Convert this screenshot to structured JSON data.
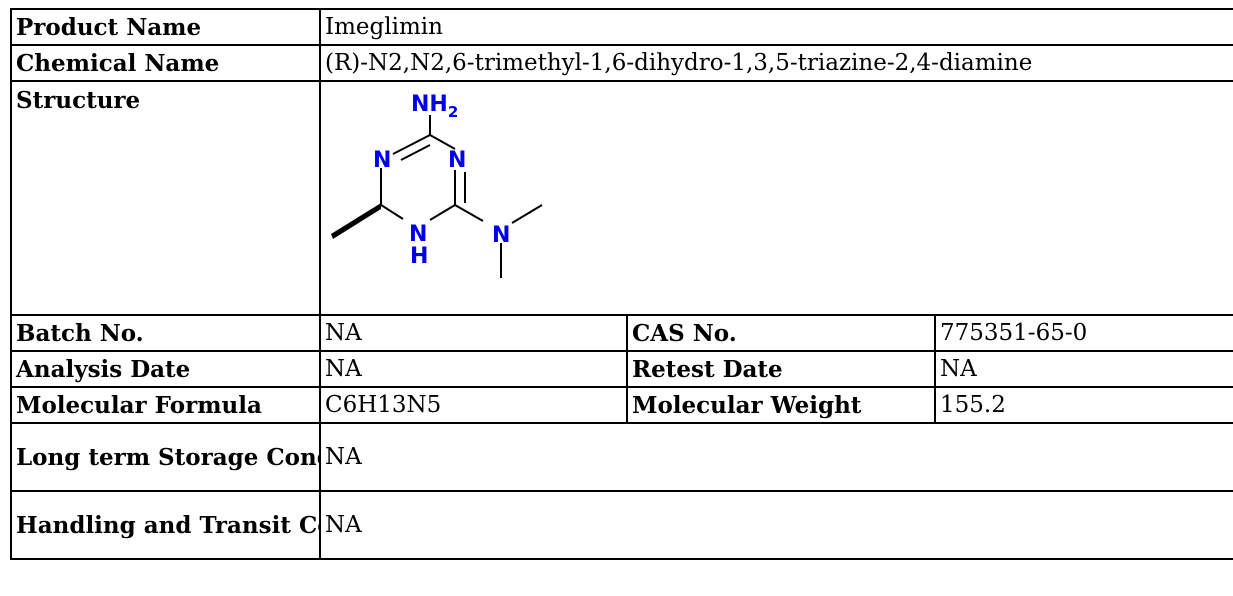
{
  "rows": {
    "product_name": {
      "label": "Product Name",
      "value": "Imeglimin"
    },
    "chemical_name": {
      "label": "Chemical Name",
      "value": "(R)-N2,N2,6-trimethyl-1,6-dihydro-1,3,5-triazine-2,4-diamine"
    },
    "structure": {
      "label": "Structure"
    },
    "batch_no": {
      "label": "Batch No.",
      "value": "NA"
    },
    "cas_no": {
      "label": "CAS No.",
      "value": "775351-65-0"
    },
    "analysis_date": {
      "label": "Analysis Date",
      "value": "NA"
    },
    "retest_date": {
      "label": "Retest Date",
      "value": "NA"
    },
    "molecular_formula": {
      "label": "Molecular Formula",
      "value": "C6H13N5"
    },
    "molecular_weight": {
      "label": "Molecular Weight",
      "value": "155.2"
    },
    "storage": {
      "label": "Long term Storage Condition",
      "value": "NA"
    },
    "handling": {
      "label": "Handling and Transit Condition",
      "value": "NA"
    }
  },
  "structure_atoms": {
    "nh2": "NH",
    "nh2_sub": "2",
    "n_left": "N",
    "n_right": "N",
    "nh_n": "N",
    "nh_h": "H",
    "nme2": "N"
  },
  "colors": {
    "atom_label": "#0000ee",
    "border": "#000000"
  }
}
